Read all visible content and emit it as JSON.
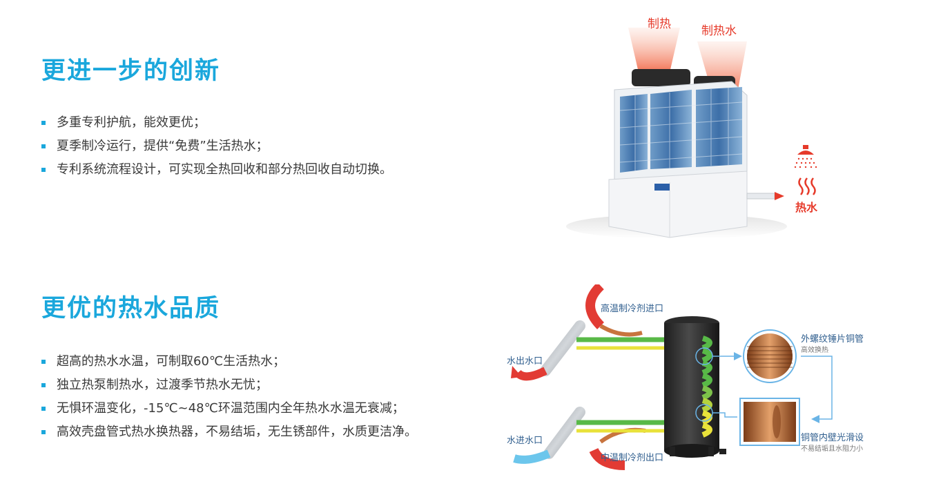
{
  "section1": {
    "title": "更进一步的创新",
    "bullets": [
      "多重专利护航，能效更优；",
      "夏季制冷运行，提供“免费”生活热水；",
      "专利系统流程设计，可实现全热回收和部分热回收自动切换。"
    ]
  },
  "section2": {
    "title": "更优的热水品质",
    "bullets": [
      "超高的热水水温，可制取60℃生活热水；",
      "独立热泵制热水，过渡季节热水无忧；",
      "无惧环温变化，-15℃~48℃环温范围内全年热水水温无衰减；",
      "高效壳盘管式热水换热器，不易结垢，无生锈部件，水质更洁净。"
    ]
  },
  "unit_figure": {
    "label_heating": "制热",
    "label_hot_water_make": "制热水",
    "label_hot_water": "热水",
    "icons": [
      "shower-icon",
      "steam-icon"
    ],
    "accent": "#e63a2a"
  },
  "exchanger_figure": {
    "label_refrigerant_in": "高温制冷剂进口",
    "label_refrigerant_out": "中温制冷剂出口",
    "label_water_out": "水出水口",
    "label_water_in": "水进水口",
    "label_finned_tube": "外螺纹锤片铜管",
    "label_finned_tube_sub": "高效换热",
    "label_smooth_tube": "铜管内壁光滑设",
    "label_smooth_tube_sub": "不易结垢且水阻力小",
    "colors": {
      "hot": "#e23b34",
      "cold": "#6cc6ec",
      "coil_green": "#58b947",
      "coil_yellow": "#e9e23a",
      "copper": "#c8743e",
      "link_blue": "#6ab4e6"
    }
  }
}
